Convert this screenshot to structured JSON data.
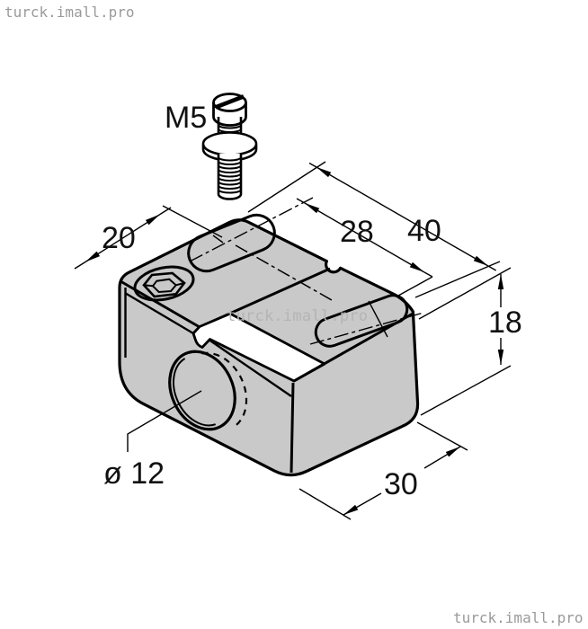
{
  "watermarks": {
    "top_left": "turck.imall.pro",
    "center": "turck.imall.pro",
    "bottom_right": "turck.imall.pro"
  },
  "labels": {
    "screw_thread": "M5",
    "dim_slot_offset": "20",
    "dim_hole_spacing": "28",
    "dim_width_total": "40",
    "dim_height": "18",
    "dim_depth": "30",
    "dim_bore_diameter": "ø 12"
  },
  "colors": {
    "body_fill": "#c9c9c9",
    "line": "#000000",
    "cut_face": "#ffffff",
    "watermark": "#9a9a9a",
    "watermark_center": "#b4b4b4"
  }
}
